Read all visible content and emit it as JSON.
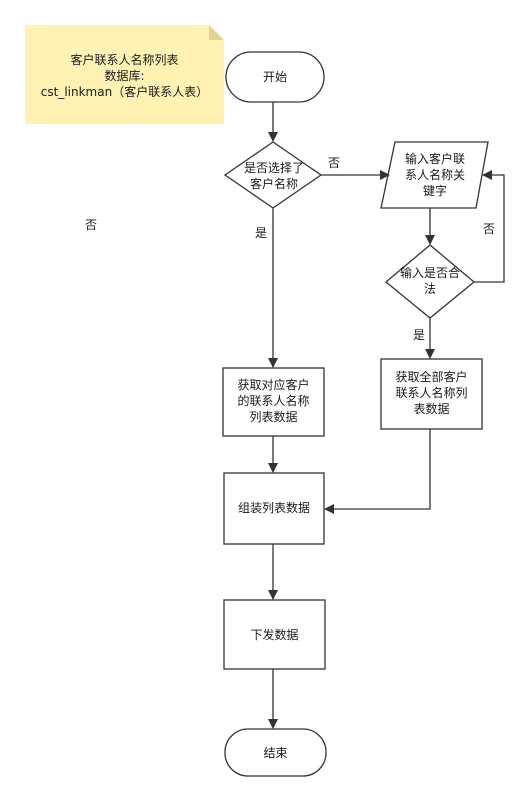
{
  "note": {
    "lines": [
      "客户联系人名称列表",
      "数据库:",
      "cst_linkman（客户联系人表）"
    ],
    "fill": "#fff2b3",
    "fold": "#e3d591"
  },
  "nodes": {
    "start": "开始",
    "decision1": "是否选择了\n客户名称",
    "input_keyword": "输入客户联\n系人名称关\n键字",
    "decision2": "输入是否合\n法",
    "get_customer_list": "获取对应客户\n的联系人名称\n列表数据",
    "get_all_list": "获取全部客户\n联系人名称列\n表数据",
    "assemble": "组装列表数据",
    "send": "下发数据",
    "end": "结束"
  },
  "edge_labels": {
    "d1_no": "否",
    "d1_yes": "是",
    "d2_no": "否",
    "d2_yes": "是",
    "stray_no": "否"
  },
  "colors": {
    "stroke": "#333333",
    "fill": "#ffffff",
    "text": "#1a1a1a"
  }
}
